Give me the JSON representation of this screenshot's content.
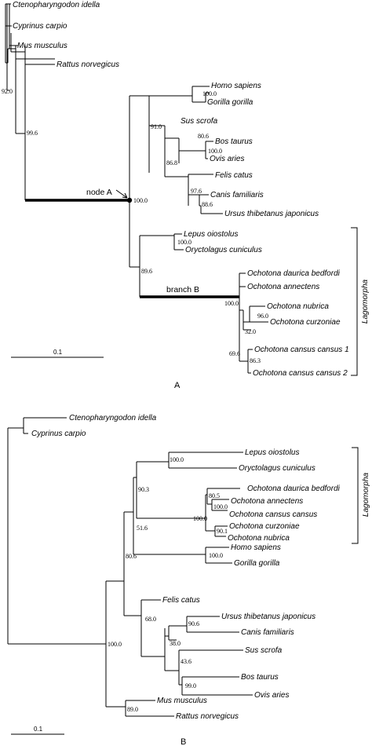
{
  "figure": {
    "panels": [
      {
        "label": "A",
        "clade_label": "Lagomorpha",
        "annotations": {
          "node": "node A",
          "branch": "branch B"
        },
        "scale_label": "0.1",
        "taxa": [
          "Ctenopharyngodon idella",
          "Cyprinus carpio",
          "Mus musculus",
          "Rattus norvegicus",
          "Homo sapiens",
          "Gorilla gorilla",
          "Sus scrofa",
          "Bos taurus",
          "Ovis aries",
          "Felis catus",
          "Canis familiaris",
          "Ursus thibetanus japonicus",
          "Lepus oiostolus",
          "Oryctolagus cuniculus",
          "Ochotona daurica bedfordi",
          "Ochotona annectens",
          "Ochotona nubrica",
          "Ochotona curzoniae",
          "Ochotona cansus cansus 1",
          "Ochotona cansus cansus 2"
        ],
        "support": [
          "92.0",
          "99.6",
          "100.0",
          "91.0",
          "100.0",
          "80.6",
          "100.0",
          "86.8",
          "97.6",
          "88.6",
          "100.0",
          "89.6",
          "100.0",
          "96.0",
          "32.0",
          "69.6",
          "86.3"
        ]
      },
      {
        "label": "B",
        "clade_label": "Lagomorpha",
        "scale_label": "0.1",
        "taxa": [
          "Ctenopharyngodon idella",
          "Cyprinus carpio",
          "Lepus oiostolus",
          "Oryctolagus cuniculus",
          "Ochotona  daurica bedfordi",
          "Ochotona annectens",
          "Ochotona cansus cansus",
          "Ochotona curzoniae",
          "Ochotona nubrica",
          "Homo sapiens",
          "Gorilla gorilla",
          "Felis catus",
          "Ursus thibetanus japonicus",
          "Canis familiaris",
          "Sus scrofa",
          "Bos taurus",
          "Ovis aries",
          "Mus musculus",
          "Rattus norvegicus"
        ],
        "support": [
          "100.0",
          "90.3",
          "80.5",
          "100.0",
          "100.0",
          "90.1",
          "51.6",
          "100.0",
          "80.6",
          "68.0",
          "90.6",
          "38.0",
          "43.6",
          "99.0",
          "100.0",
          "89.0"
        ]
      }
    ]
  }
}
